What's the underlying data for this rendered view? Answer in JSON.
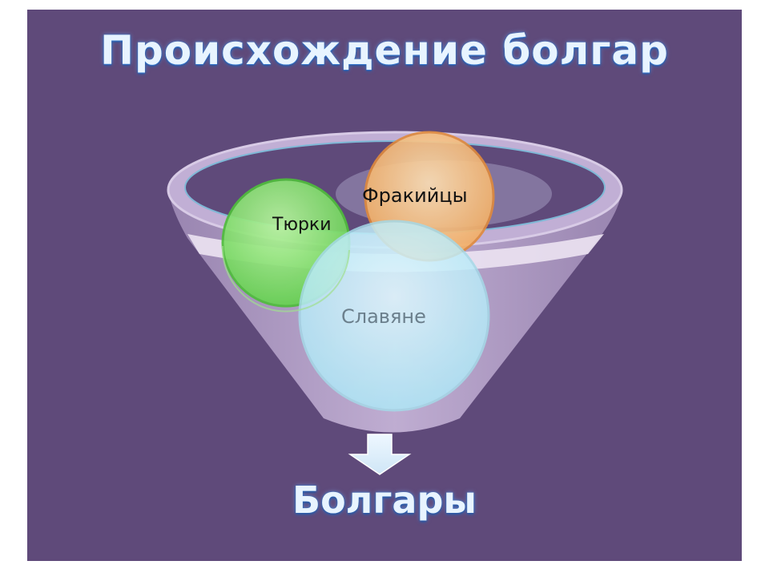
{
  "slide": {
    "title": "Происхождение болгар",
    "background_color": "#5f4a7a",
    "result_label": "Болгары"
  },
  "diagram": {
    "type": "funnel-venn",
    "circles": [
      {
        "label": "Тюрки",
        "color": "#8fe07a"
      },
      {
        "label": "Фракийцы",
        "color": "#f7b86a"
      },
      {
        "label": "Славяне",
        "color": "#bdeefb"
      }
    ],
    "funnel_color": "#b6a2c9",
    "arrow": "down-arrow"
  }
}
